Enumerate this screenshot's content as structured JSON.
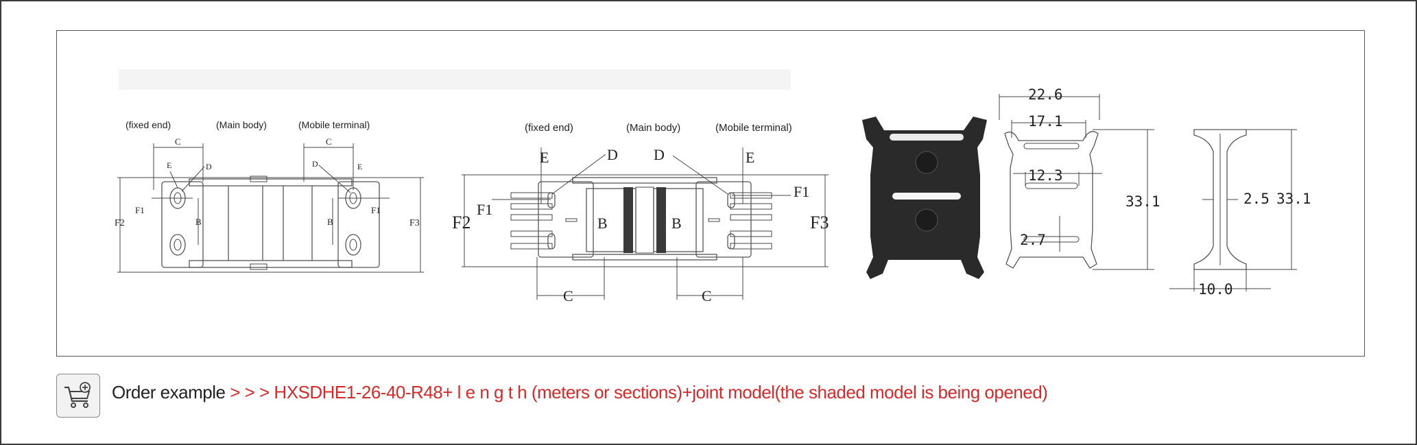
{
  "colors": {
    "order_value": "#d62a2a",
    "frame": "#3a3a3a",
    "part_fill": "#2a2a2a"
  },
  "diagram1": {
    "fixed_end": "(fixed end)",
    "main_body": "(Main body)",
    "mobile_terminal": "(Mobile terminal)",
    "labels": {
      "C": "C",
      "E": "E",
      "D": "D",
      "B": "B",
      "F1": "F1",
      "F2": "F2",
      "F3": "F3"
    }
  },
  "diagram2": {
    "fixed_end": "(fixed end)",
    "main_body": "(Main body)",
    "mobile_terminal": "(Mobile terminal)",
    "labels": {
      "C": "C",
      "E": "E",
      "D": "D",
      "B": "B",
      "F1": "F1",
      "F2": "F2",
      "F3": "F3"
    }
  },
  "dimensions": {
    "width_outer": "22.6",
    "width_inner": "17.1",
    "slot_width": "12.3",
    "height_left": "33.1",
    "rib_height": "2.7",
    "thickness": "2.5",
    "height_right": "33.1",
    "depth": "10.0"
  },
  "icons": {
    "cart": "shopping-cart-add-icon"
  },
  "order": {
    "label": "Order example",
    "value": " > > > HXSDHE1-26-40-R48+ l e n g t h (meters or sections)+joint model(the shaded model is being opened)"
  }
}
